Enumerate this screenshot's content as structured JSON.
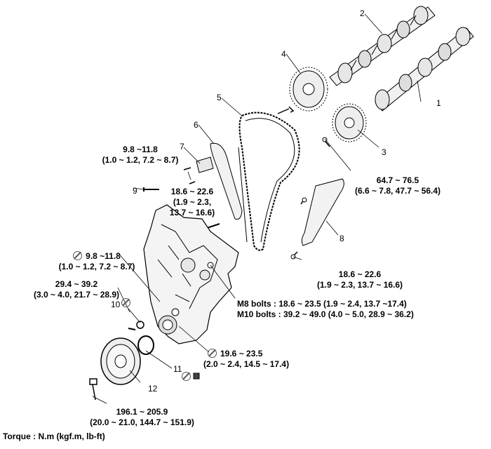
{
  "part_numbers": [
    "1",
    "2",
    "3",
    "4",
    "5",
    "6",
    "7",
    "8",
    "9",
    "10",
    "11",
    "12"
  ],
  "torque_specs": {
    "t7": [
      "9.8 ~11.8",
      "(1.0 ~ 1.2, 7.2 ~ 8.7)"
    ],
    "t_tensioner": [
      "18.6 ~ 22.6",
      "(1.9 ~ 2.3,",
      "13.7 ~ 16.6)"
    ],
    "t_cam": [
      "64.7 ~ 76.5",
      "(6.6 ~ 7.8, 47.7 ~ 56.4)"
    ],
    "t_guide": [
      "18.6 ~ 22.6",
      "(1.9 ~ 2.3, 13.7 ~ 16.6)"
    ],
    "t_left_a": [
      "9.8 ~11.8",
      "(1.0 ~ 1.2, 7.2 ~ 8.7)"
    ],
    "t_left_b": [
      "29.4 ~ 39.2",
      "(3.0 ~ 4.0, 21.7 ~ 28.9)"
    ],
    "t_bolts": [
      "M8 bolts : 18.6 ~ 23.5 (1.9 ~ 2.4, 13.7 ~17.4)",
      "M10 bolts : 39.2 ~ 49.0 (4.0 ~ 5.0, 28.9 ~ 36.2)"
    ],
    "t_lower": [
      "19.6 ~ 23.5",
      "(2.0 ~ 2.4, 14.5 ~ 17.4)"
    ],
    "t_pulley": [
      "196.1 ~ 205.9",
      "(20.0 ~ 21.0, 144.7 ~ 151.9)"
    ]
  },
  "footer": "Torque : N.m (kgf.m, lb-ft)"
}
